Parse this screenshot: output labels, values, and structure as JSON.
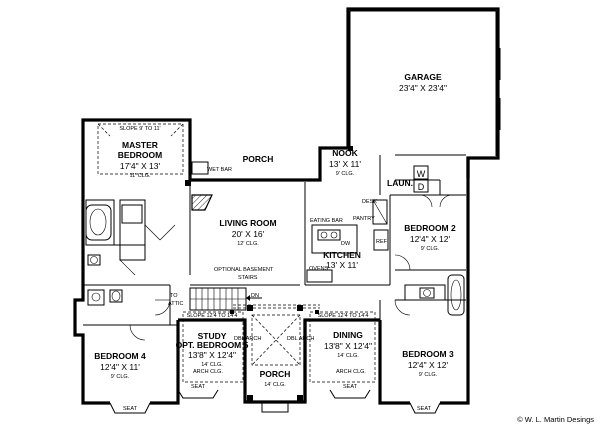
{
  "rooms": {
    "garage": {
      "name": "GARAGE",
      "dims": "23'4\" X 23'4\""
    },
    "master": {
      "name1": "MASTER",
      "name2": "BEDROOM",
      "dims": "17'4\" X 13'",
      "clg": "11' CLG.",
      "slope": "SLOPE 9' TO 11'"
    },
    "porch_top": {
      "name": "PORCH"
    },
    "wet_bar": {
      "name": "WET BAR"
    },
    "nook": {
      "name": "NOOK",
      "dims": "13' X 11'",
      "clg": "9' CLG."
    },
    "laundry": {
      "name": "LAUN.",
      "w": "W",
      "d": "D"
    },
    "living": {
      "name": "LIVING ROOM",
      "dims": "20' X 16'",
      "clg": "12' CLG."
    },
    "kitchen": {
      "name": "KITCHEN",
      "dims": "13' X 11'",
      "eating_bar": "EATING BAR",
      "pantry": "PANTRY",
      "desk": "DESK",
      "dw": "DW",
      "ref": "REF",
      "ovens": "OVENS"
    },
    "bedroom2": {
      "name": "BEDROOM 2",
      "dims": "12'4\" X 12'",
      "clg": "9' CLG."
    },
    "bedroom3": {
      "name": "BEDROOM 3",
      "dims": "12'4\" X 12'",
      "clg": "9' CLG.",
      "seat": "SEAT"
    },
    "bedroom4": {
      "name": "BEDROOM 4",
      "dims": "12'4\" X 11'",
      "clg": "9' CLG.",
      "seat": "SEAT"
    },
    "study": {
      "name1": "STUDY",
      "name2": "OPT. BEDROOM 5",
      "dims": "13'8\" X 12'4\"",
      "clg": "14' CLG.",
      "arch": "ARCH CLG.",
      "slope": "SLOPE 12'4 TO 14'4",
      "seat": "SEAT"
    },
    "dining": {
      "name": "DINING",
      "dims": "13'8\" X 12'4\"",
      "clg": "14' CLG.",
      "arch": "ARCH CLG.",
      "slope": "SLOPE 12'4 TO 14'4",
      "seat": "SEAT"
    },
    "porch_front": {
      "name": "PORCH",
      "clg": "14' CLG."
    }
  },
  "labels": {
    "basement_stairs": "OPTIONAL BASEMENT",
    "stairs": "STAIRS",
    "to_attic": "TO",
    "attic": "ATTIC",
    "dn": "DN",
    "dbl_arch": "DBL ARCH"
  },
  "credit": "© W. L. Martin Desings"
}
